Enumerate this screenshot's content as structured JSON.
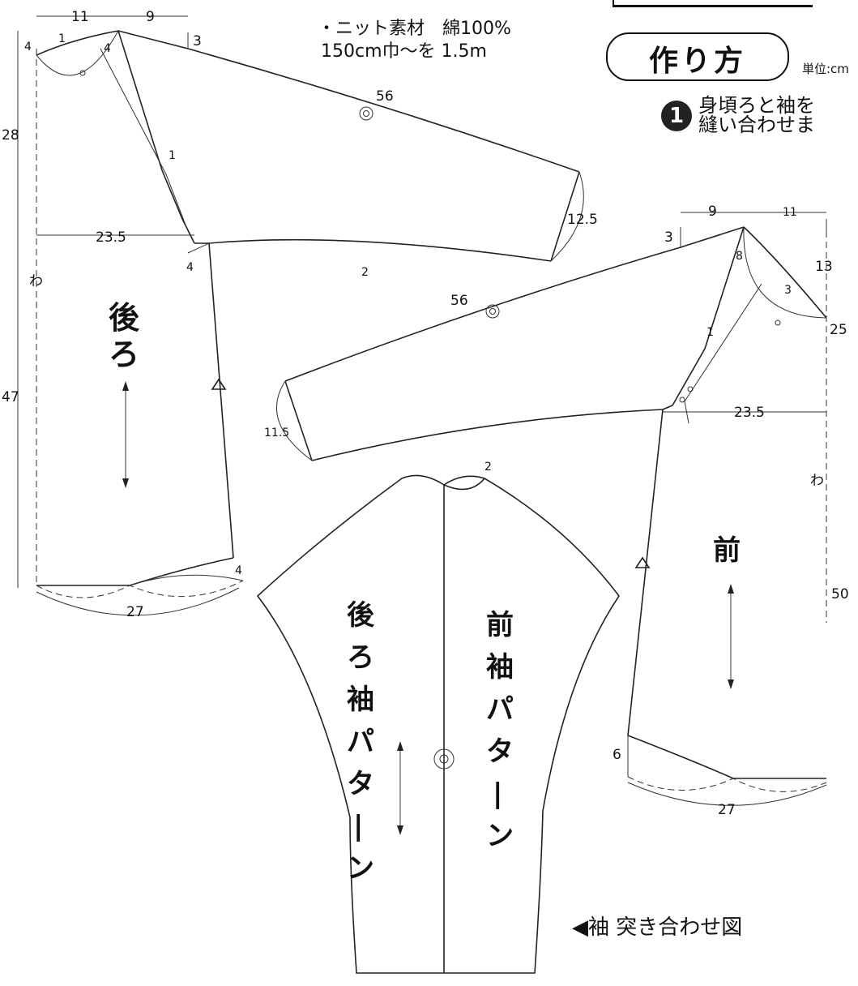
{
  "material": {
    "line1": "・ニット素材　綿100%",
    "line2": "150cm巾～を 1.5m"
  },
  "header": {
    "title": "作り方",
    "unit": "単位:cm",
    "step_number": "1",
    "step_line1": "身頃ろと袖を",
    "step_line2": "縫い合わせま"
  },
  "labels": {
    "back": "後ろ",
    "front": "前",
    "fold_back": "わ",
    "fold_front": "わ",
    "back_sleeve_pattern": "後ろ袖パターン",
    "front_sleeve_pattern": "前袖パターン",
    "sleeve_joining": "◀袖 突き合わせ図"
  },
  "back_dims": {
    "top_left": "11",
    "top_right": "9",
    "neck_a": "1",
    "neck_b": "4",
    "neck_c": "4",
    "drop": "3",
    "sleeve_length": "56",
    "armhole_ease": "1",
    "cuff": "12.5",
    "width": "23.5",
    "underarm": "4",
    "underarm_curve": "2",
    "side_upper": "28",
    "side_lower": "47",
    "hem_side": "4",
    "hem": "27"
  },
  "front_dims": {
    "top_left": "9",
    "top_right": "11",
    "drop": "3",
    "neck_a": "8",
    "neck_b": "13",
    "neck_c": "3",
    "side_upper": "25",
    "sleeve_length": "56",
    "armhole_ease": "1",
    "cuff": "11.5",
    "width": "23.5",
    "underarm_curve": "2",
    "side_lower": "50",
    "hem_side": "6",
    "hem": "27"
  }
}
